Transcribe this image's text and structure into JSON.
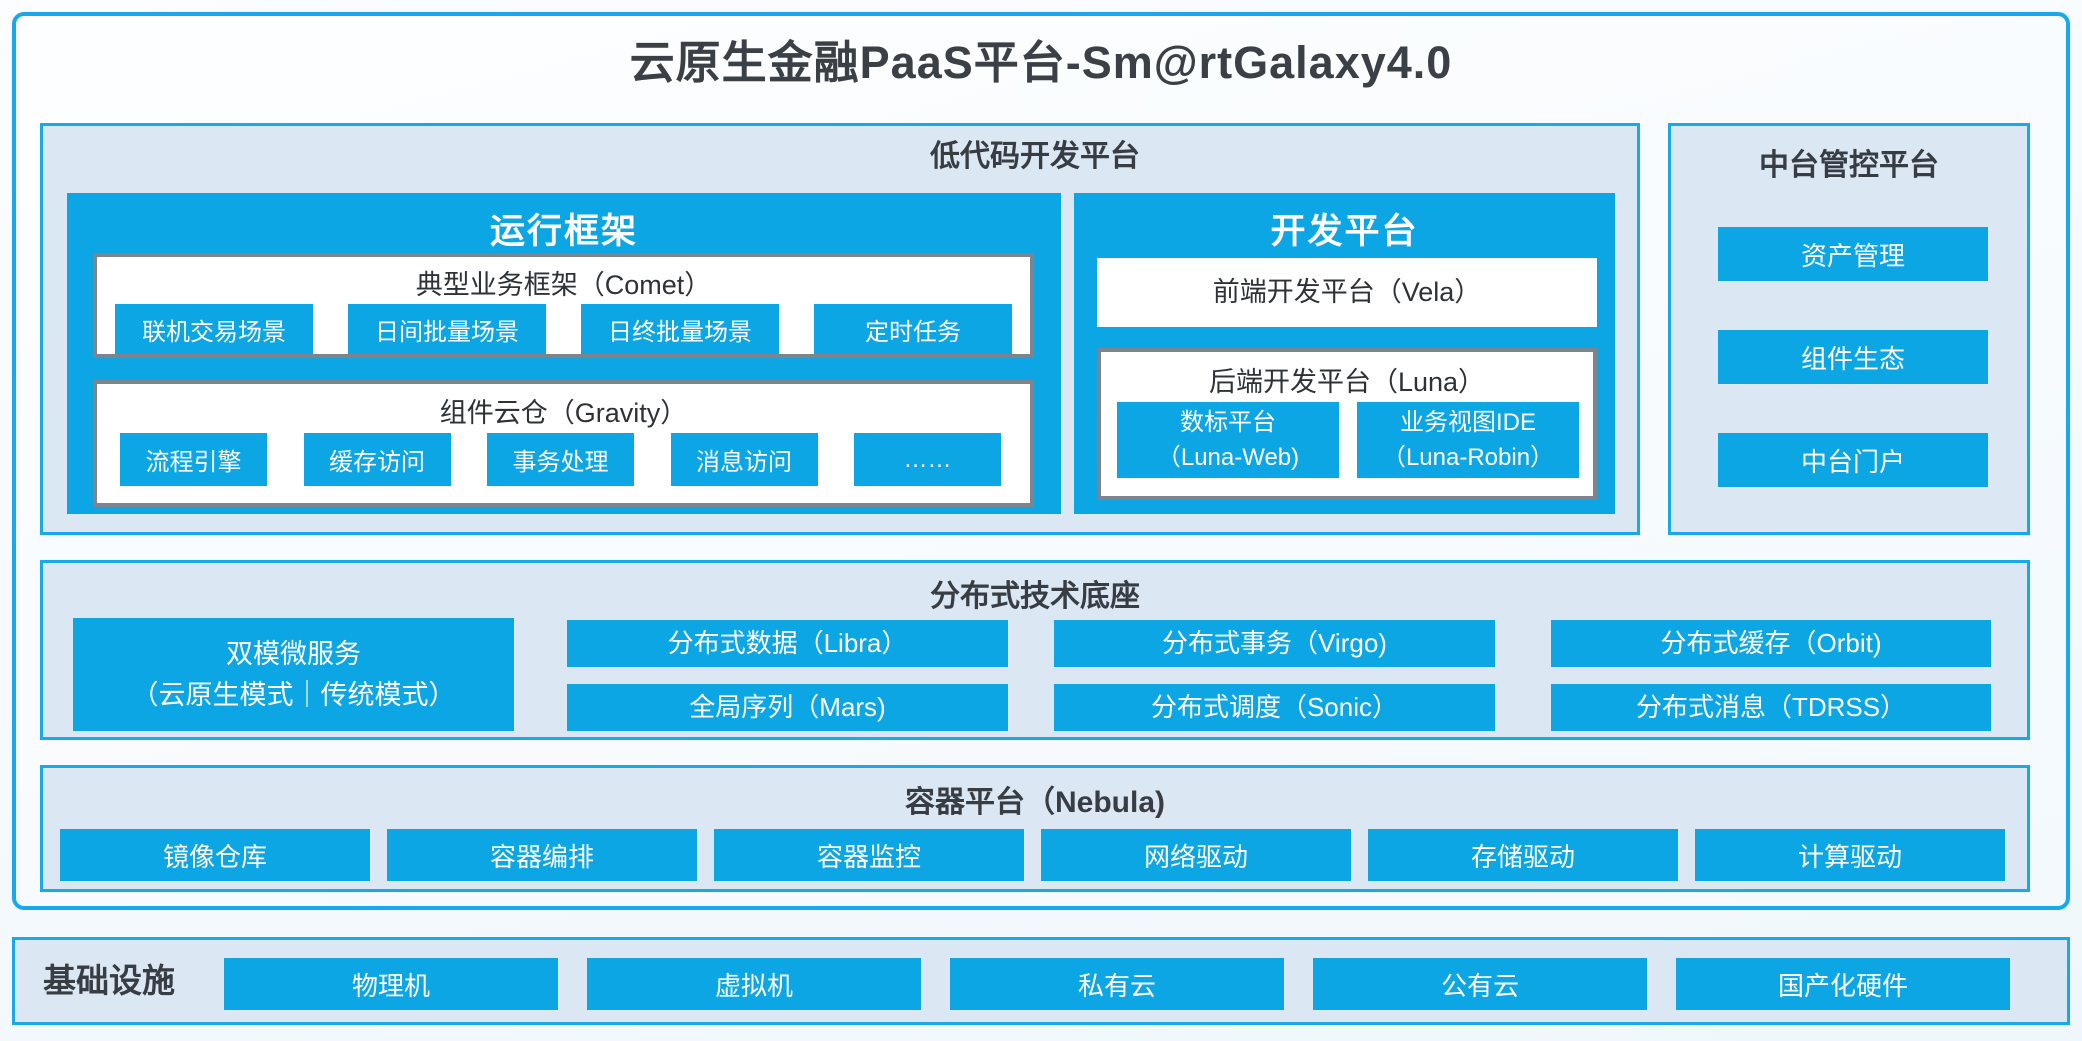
{
  "title": "云原生金融PaaS平台-Sm@rtGalaxy4.0",
  "colors": {
    "accent_blue": "#0DA6E4",
    "border_blue": "#18A9EA",
    "section_bg": "#DCE7F4",
    "gray_border": "#7D848D",
    "dark_text": "#383D44",
    "white_text": "#FFFFFF"
  },
  "low_code": {
    "label": "低代码开发平台",
    "runtime": {
      "title": "运行框架",
      "comet": {
        "title": "典型业务框架（Comet）",
        "items": [
          "联机交易场景",
          "日间批量场景",
          "日终批量场景",
          "定时任务"
        ]
      },
      "gravity": {
        "title": "组件云仓（Gravity）",
        "items": [
          "流程引擎",
          "缓存访问",
          "事务处理",
          "消息访问",
          "……"
        ]
      }
    },
    "dev": {
      "title": "开发平台",
      "vela": "前端开发平台（Vela）",
      "luna": {
        "title": "后端开发平台（Luna）",
        "items": [
          {
            "line1": "数标平台",
            "line2": "（Luna-Web)"
          },
          {
            "line1": "业务视图IDE",
            "line2": "（Luna-Robin）"
          }
        ]
      }
    }
  },
  "midground": {
    "label": "中台管控平台",
    "items": [
      "资产管理",
      "组件生态",
      "中台门户"
    ]
  },
  "distributed": {
    "label": "分布式技术底座",
    "dual": {
      "line1": "双模微服务",
      "line2": "（云原生模式｜传统模式）"
    },
    "columns": [
      [
        "分布式数据（Libra）",
        "全局序列（Mars)"
      ],
      [
        "分布式事务（Virgo)",
        "分布式调度（Sonic）"
      ],
      [
        "分布式缓存（Orbit)",
        "分布式消息（TDRSS）"
      ]
    ]
  },
  "container_platform": {
    "label": "容器平台（Nebula)",
    "items": [
      "镜像仓库",
      "容器编排",
      "容器监控",
      "网络驱动",
      "存储驱动",
      "计算驱动"
    ]
  },
  "infrastructure": {
    "label": "基础设施",
    "items": [
      "物理机",
      "虚拟机",
      "私有云",
      "公有云",
      "国产化硬件"
    ]
  }
}
